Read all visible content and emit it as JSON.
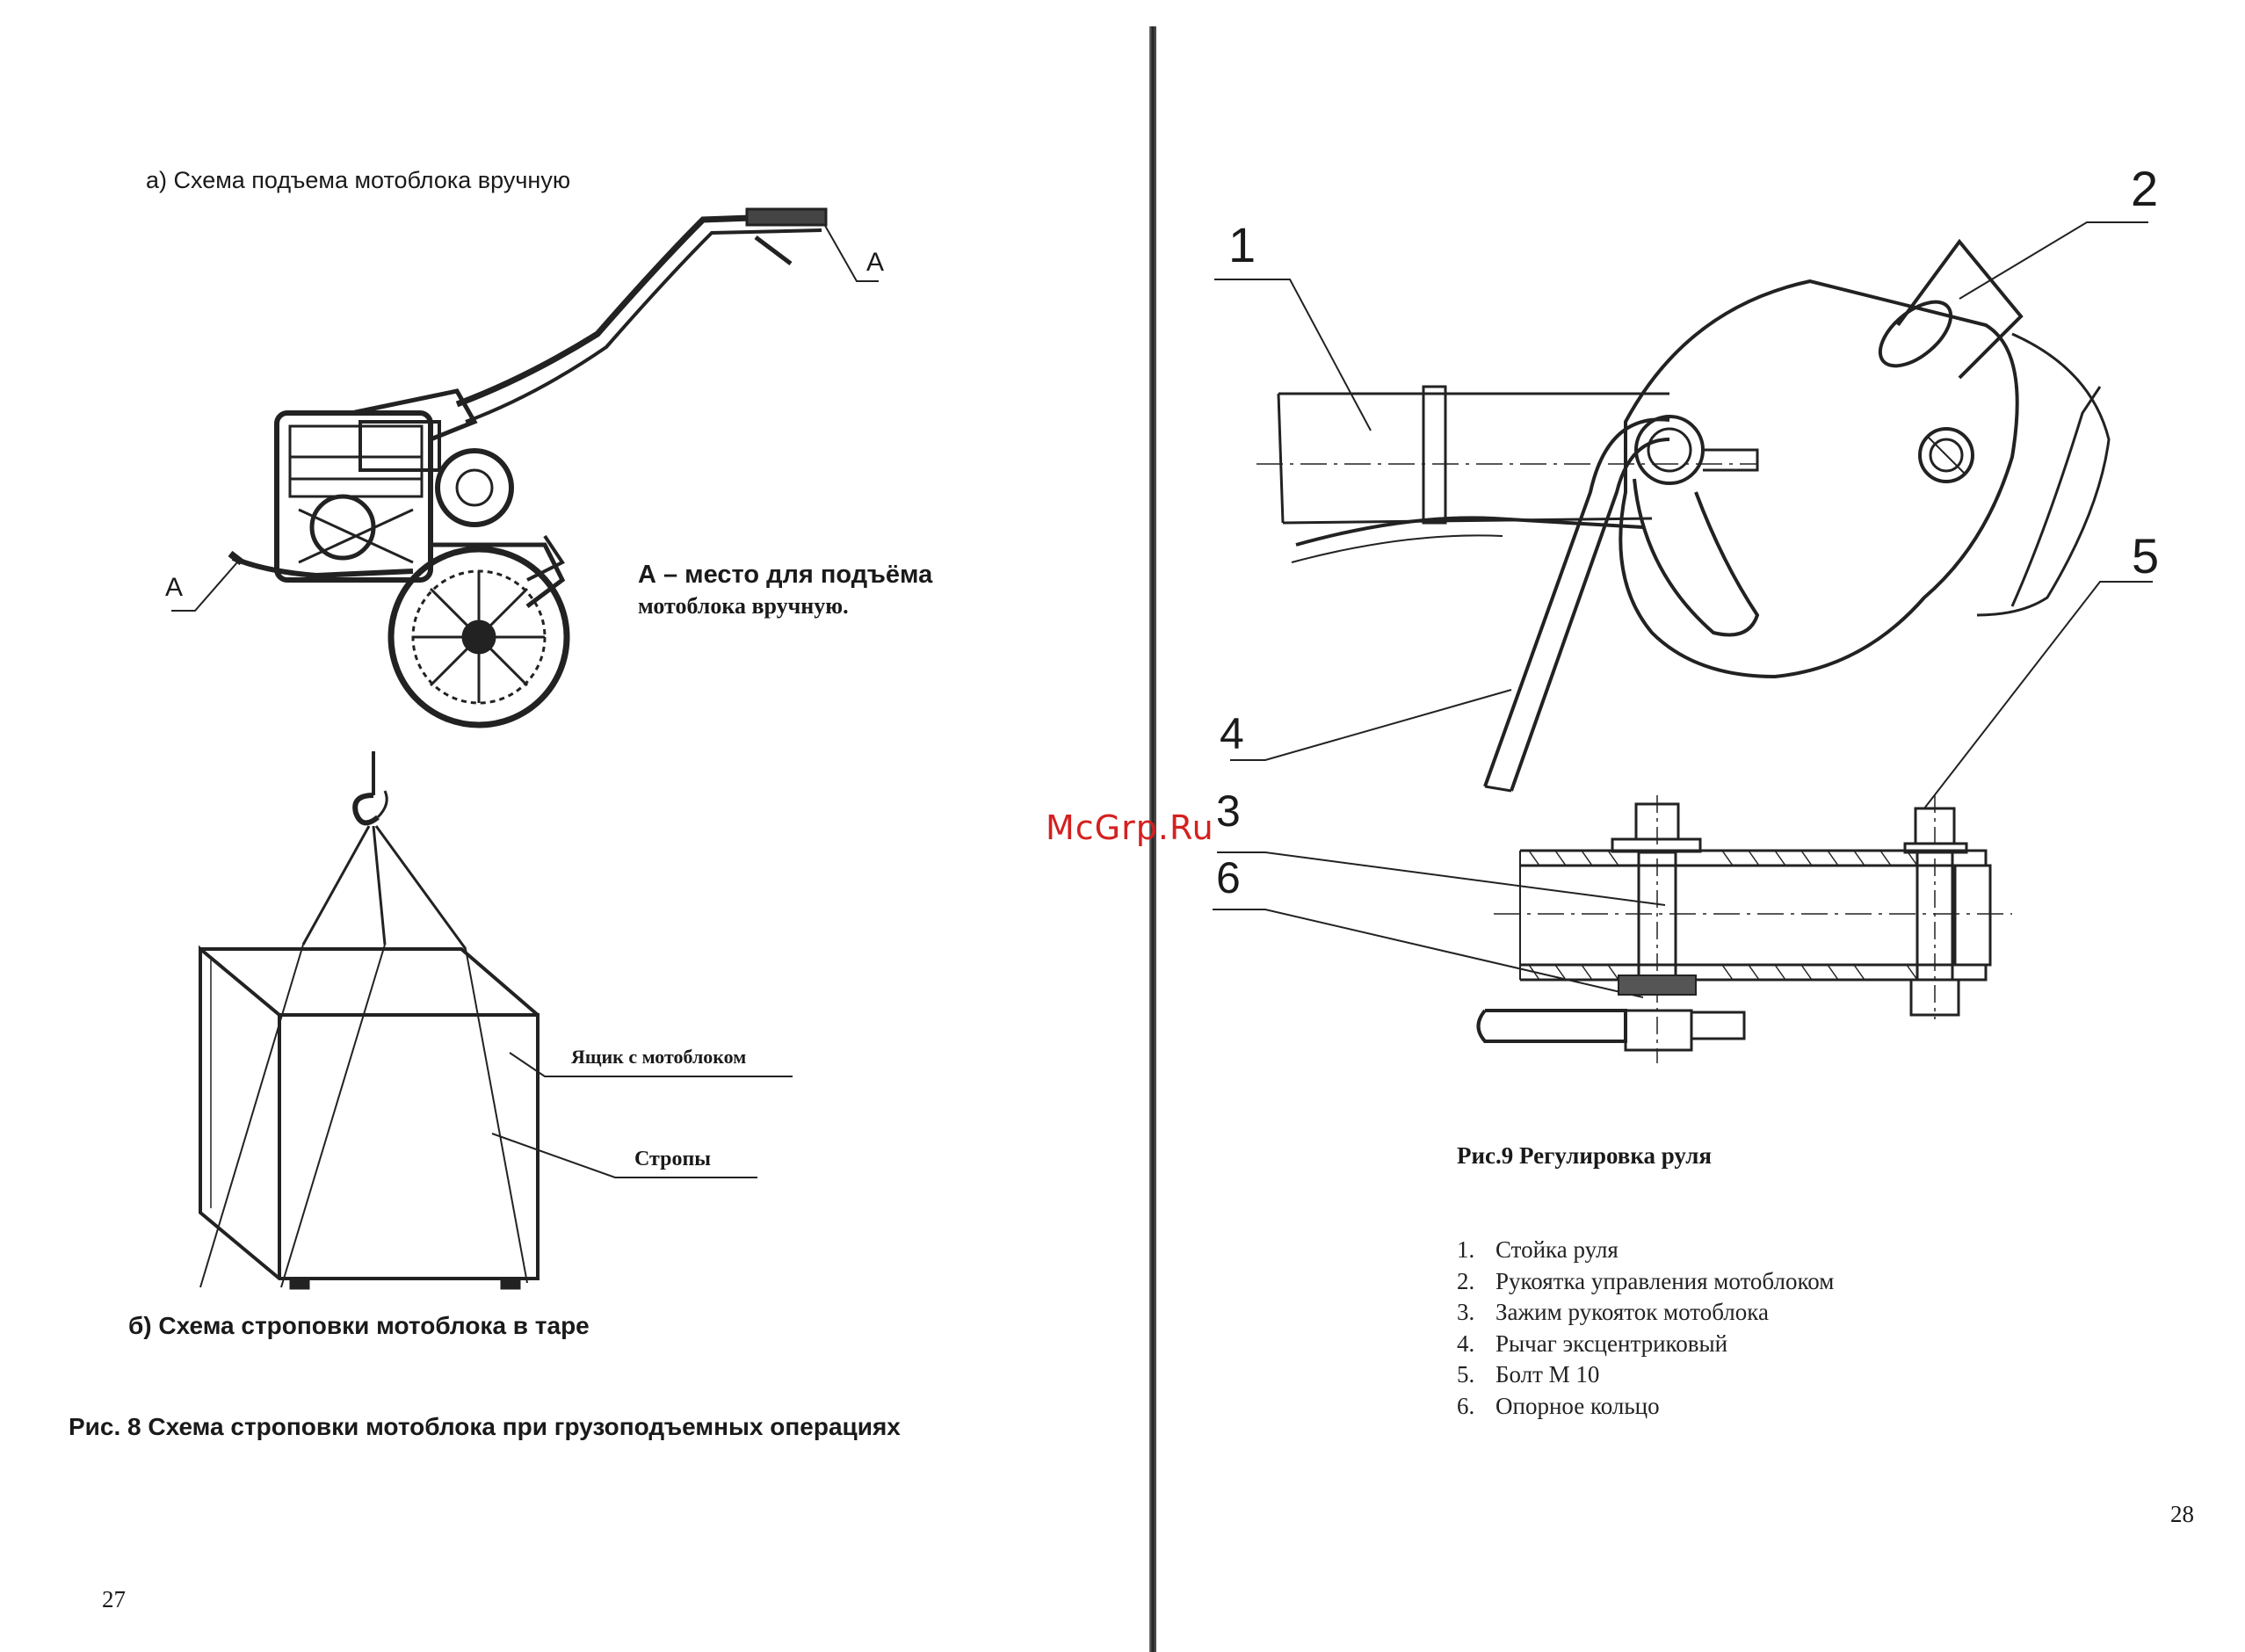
{
  "left_page": {
    "caption_a": "а) Схема подъема мотоблока вручную",
    "point_label_a": "А",
    "lift_note_line1": "А – место для  подъёма",
    "lift_note_line2": "мотоблока вручную.",
    "box_label": "Ящик с мотоблоком",
    "sling_label": "Стропы",
    "caption_b": "б) Схема строповки мотоблока в таре",
    "figure_caption": "Рис. 8 Схема строповки мотоблока при грузоподъемных операциях",
    "page_number": "27"
  },
  "right_page": {
    "callouts": [
      "1",
      "2",
      "3",
      "4",
      "5",
      "6"
    ],
    "figure_caption": "Рис.9 Регулировка руля",
    "legend": [
      {
        "num": "1.",
        "text": "Стойка руля"
      },
      {
        "num": "2.",
        "text": "Рукоятка управления мотоблоком"
      },
      {
        "num": "3.",
        "text": "Зажим рукояток мотоблока"
      },
      {
        "num": "4.",
        "text": "Рычаг эксцентриковый"
      },
      {
        "num": "5.",
        "text": "Болт М 10"
      },
      {
        "num": "6.",
        "text": "Опорное кольцо"
      }
    ],
    "page_number": "28"
  },
  "watermark": "McGrp.Ru"
}
